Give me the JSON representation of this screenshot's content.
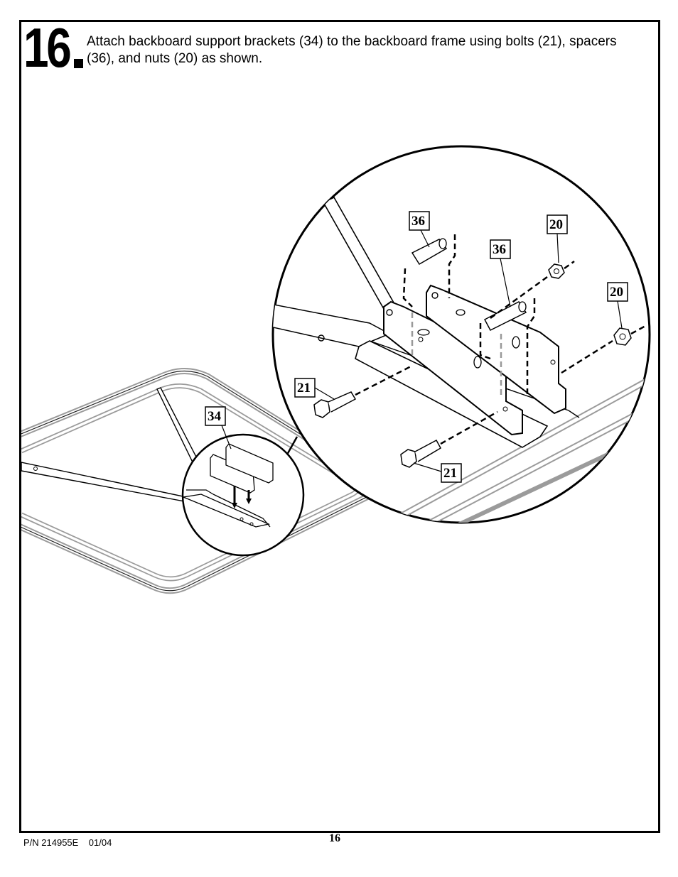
{
  "step": {
    "number": "16",
    "instruction": "Attach backboard support brackets (34) to the backboard frame using bolts (21), spacers (36), and nuts (20) as shown."
  },
  "callouts": {
    "bracket": "34",
    "spacer_left": "36",
    "spacer_right": "36",
    "nut_top": "20",
    "nut_right": "20",
    "bolt_left": "21",
    "bolt_bottom": "21"
  },
  "footer": {
    "part_number": "P/N 214955E    01/04",
    "page_number": "16"
  }
}
